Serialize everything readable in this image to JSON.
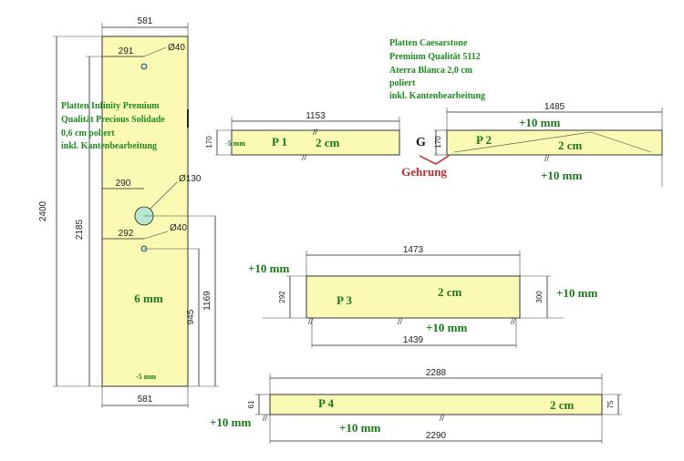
{
  "colors": {
    "slab": "#fafab4",
    "label_green": "#1a7a1a",
    "gehrung_red": "#c0282d",
    "sink_hole": "#b8e8d0"
  },
  "notes": {
    "infinity": [
      "Platten Infinity Premium",
      "Qualität Precious Solidade",
      "0,6 cm poliert",
      "inkl. Kantenbearbeitung"
    ],
    "caesarstone": [
      "Platten Caesarstone",
      "Premium Qualität 5112",
      "Aterra Blanca 2,0 cm",
      "poliert",
      "inkl. Kantenbearbeitung"
    ]
  },
  "wall_panel": {
    "width_top": "581",
    "width_bottom": "581",
    "height_total": "2400",
    "height_2185": "2185",
    "dim_291": "291",
    "hole_40_top": "Ø40",
    "dim_290": "290",
    "hole_130": "Ø130",
    "dim_292": "292",
    "hole_40_bottom": "Ø40",
    "dim_945": "945",
    "dim_1169": "1169",
    "thickness": "6 mm",
    "bottom_offset": "-5 mm"
  },
  "p1": {
    "label": "P 1",
    "thickness": "2 cm",
    "width": "1153",
    "height": "170",
    "offset": "-5 mm"
  },
  "p2": {
    "label": "P 2",
    "thickness": "2 cm",
    "width": "1485",
    "height": "170",
    "plus_top": "+10 mm",
    "plus_bottom": "+10 mm",
    "g_label": "G",
    "gehrung": "Gehrung"
  },
  "p3": {
    "label": "P 3",
    "thickness": "2 cm",
    "width_top": "1473",
    "width_bottom": "1439",
    "height_left": "292",
    "height_right": "300",
    "plus_left": "+10 mm",
    "plus_right": "+10 mm",
    "plus_bottom": "+10 mm"
  },
  "p4": {
    "label": "P 4",
    "thickness": "2 cm",
    "width_top": "2288",
    "width_bottom": "2290",
    "height_left": "61",
    "height_right": "75",
    "plus_left": "+10 mm",
    "plus_bottom": "+10 mm"
  }
}
